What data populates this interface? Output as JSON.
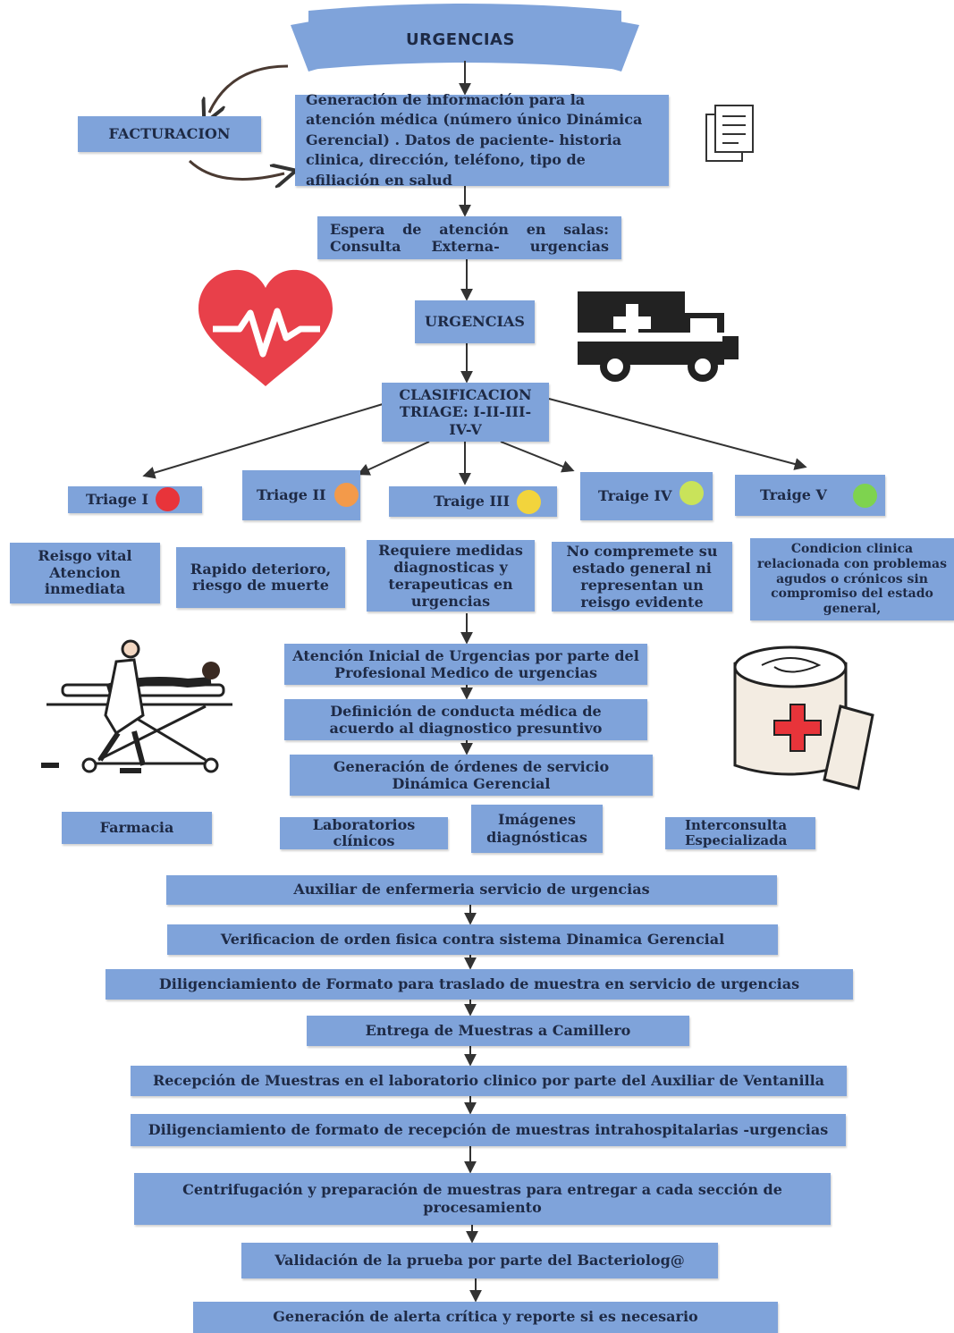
{
  "banner": {
    "title": "URGENCIAS"
  },
  "billing": {
    "label": "FACTURACION"
  },
  "info_generation": {
    "text": "Generación de información para la atención médica (número único Dinámica Gerencial) . Datos de paciente- historia clinica, dirección, teléfono, tipo de afiliación en salud"
  },
  "waiting": {
    "text": "Espera de atención en salas: Consulta Externa- urgencias"
  },
  "urgencias_box": {
    "label": "URGENCIAS"
  },
  "classification": {
    "text": "CLASIFICACION TRIAGE: I-II-III-IV-V"
  },
  "triage": [
    {
      "label": "Triage I",
      "color": "#e8343a",
      "description": "Reisgo vital Atencion inmediata"
    },
    {
      "label": "Triage II",
      "color": "#f39a4a",
      "description": "Rapido deterioro, riesgo de muerte"
    },
    {
      "label": "Traige III",
      "color": "#f2d43c",
      "description": "Requiere medidas diagnosticas y terapeuticas en urgencias"
    },
    {
      "label": "Traige IV",
      "color": "#c9e35a",
      "description": "No compremete su estado general ni representan un reisgo evidente"
    },
    {
      "label": "Traige V",
      "color": "#7ed34f",
      "description": "Condicion clinica relacionada con problemas agudos o crónicos sin compromiso del estado general,"
    }
  ],
  "steps_upper": [
    "Atención Inicial de Urgencias por parte del Profesional Medico de urgencias",
    "Definición de conducta médica de acuerdo al diagnostico presuntivo",
    "Generación de órdenes de servicio Dinámica Gerencial"
  ],
  "services": [
    "Farmacia",
    "Laboratorios clínicos",
    "Imágenes diagnósticas",
    "Interconsulta Especializada"
  ],
  "steps_lower": [
    "Auxiliar de enfermeria servicio de urgencias",
    "Verificacion de orden fisica contra sistema Dinamica Gerencial",
    "Diligenciamiento de Formato para traslado de muestra en servicio de urgencias",
    "Entrega de Muestras a Camillero",
    "Recepción de Muestras en el laboratorio clinico por parte del Auxiliar de Ventanilla",
    "Diligenciamiento de formato de recepción de muestras intrahospitalarias -urgencias",
    "Centrifugación y preparación de muestras para  entregar a cada sección de procesamiento",
    "Validación de la prueba por parte del Bacteriolog@",
    "Generación de alerta crítica y reporte si es necesario"
  ],
  "colors": {
    "box": "#7fa3da",
    "text": "#1e2a45",
    "heart": "#e8404a",
    "arrow": "#333333"
  },
  "icons": [
    "banner-ribbon",
    "document-icon",
    "heart-pulse-icon",
    "ambulance-icon",
    "stretcher-patient-icon",
    "bandage-cross-icon"
  ]
}
